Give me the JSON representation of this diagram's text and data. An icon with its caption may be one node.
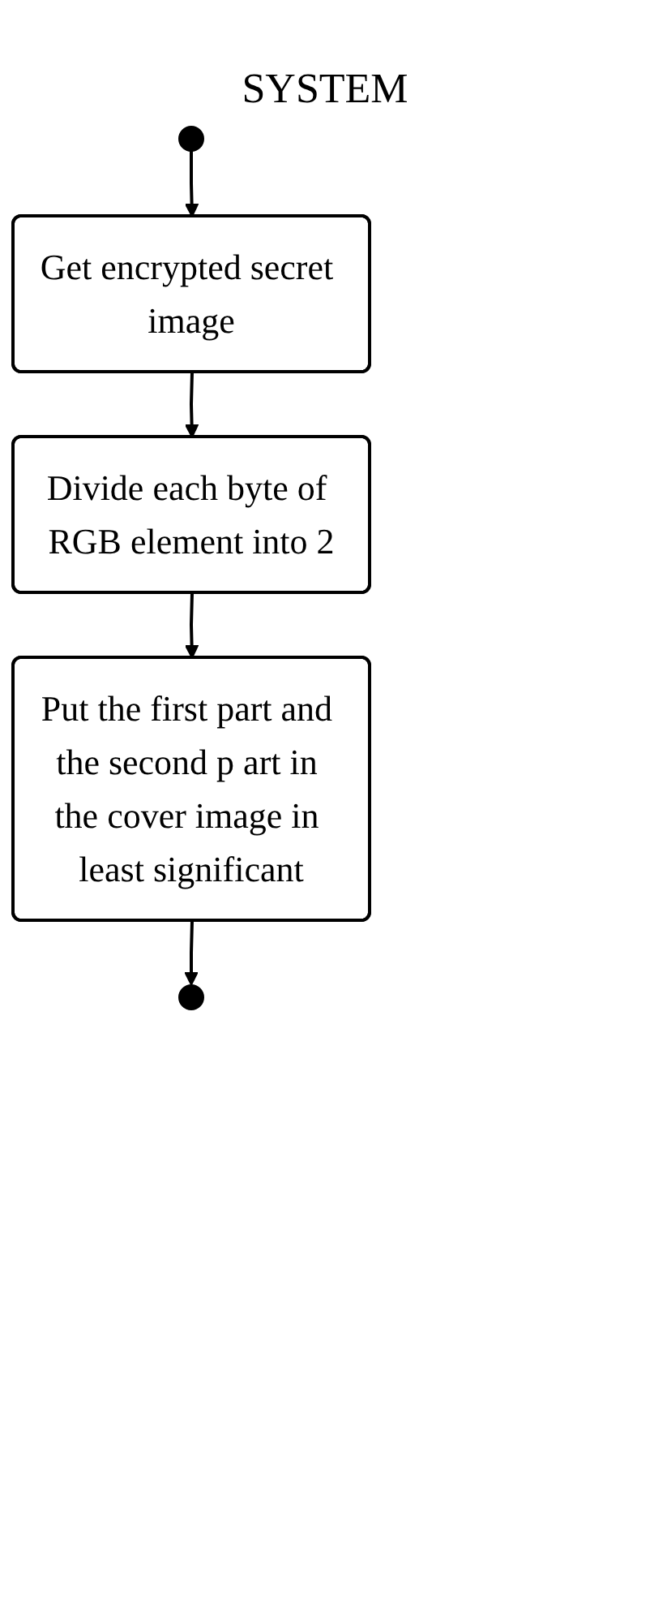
{
  "diagram": {
    "title": "SYSTEM",
    "nodes": [
      {
        "text": [],
        "shape": "circle"
      },
      {
        "text": [
          "Get encrypted secret image"
        ]
      },
      {
        "text": [
          "Divide each byte of RGB element into 2"
        ]
      },
      {
        "text": [
          "Put the first part and the second p art in the cover image in least significant"
        ]
      },
      {
        "text": [],
        "shape": "circle"
      }
    ],
    "edges": [
      {
        "from": 0,
        "to": 1,
        "arrow": "to"
      },
      {
        "from": 1,
        "to": 2,
        "arrow": "to"
      },
      {
        "from": 2,
        "to": 3,
        "arrow": "to"
      },
      {
        "from": 3,
        "to": 4,
        "arrow": "to"
      }
    ]
  }
}
